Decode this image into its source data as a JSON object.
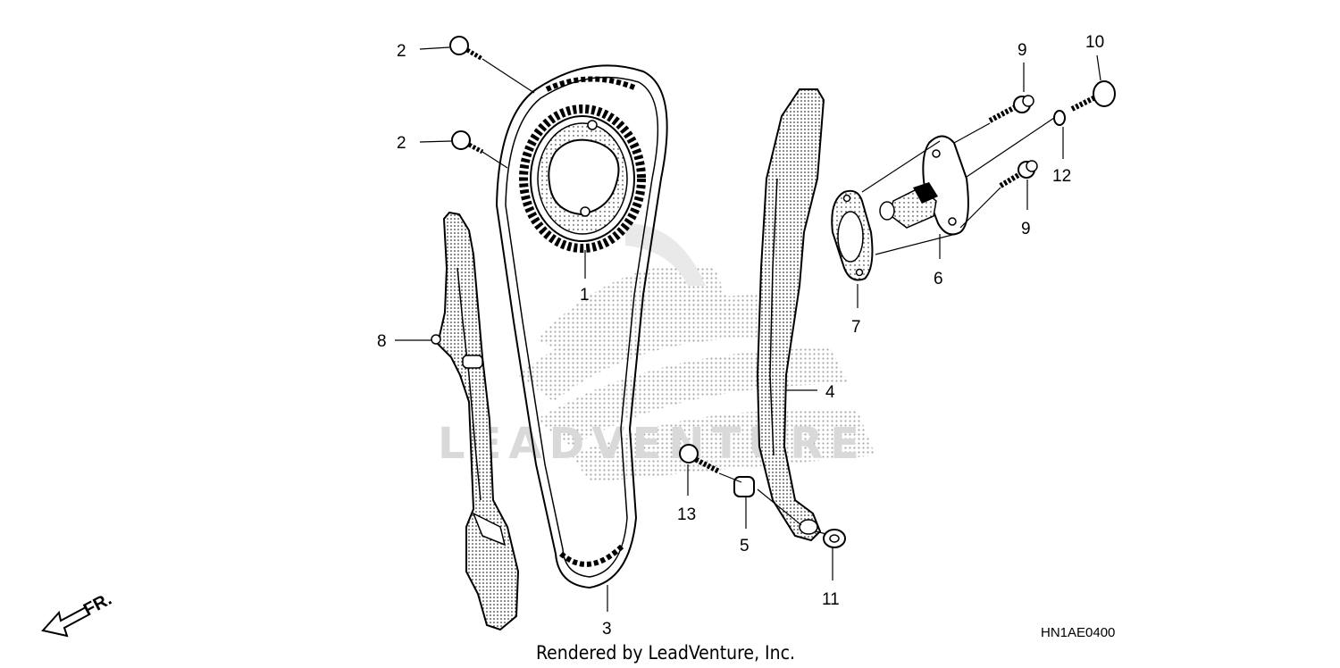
{
  "diagram_id": "HN1AE0400",
  "footer": "Rendered by LeadVenture, Inc.",
  "watermark": "LEADVENTURE",
  "direction_label": "FR.",
  "callouts": [
    {
      "id": "c2a",
      "text": "2"
    },
    {
      "id": "c2b",
      "text": "2"
    },
    {
      "id": "c1",
      "text": "1"
    },
    {
      "id": "c8",
      "text": "8"
    },
    {
      "id": "c3",
      "text": "3"
    },
    {
      "id": "c4",
      "text": "4"
    },
    {
      "id": "c13",
      "text": "13"
    },
    {
      "id": "c5",
      "text": "5"
    },
    {
      "id": "c11",
      "text": "11"
    },
    {
      "id": "c7",
      "text": "7"
    },
    {
      "id": "c6",
      "text": "6"
    },
    {
      "id": "c9a",
      "text": "9"
    },
    {
      "id": "c9b",
      "text": "9"
    },
    {
      "id": "c10",
      "text": "10"
    },
    {
      "id": "c12",
      "text": "12"
    }
  ]
}
